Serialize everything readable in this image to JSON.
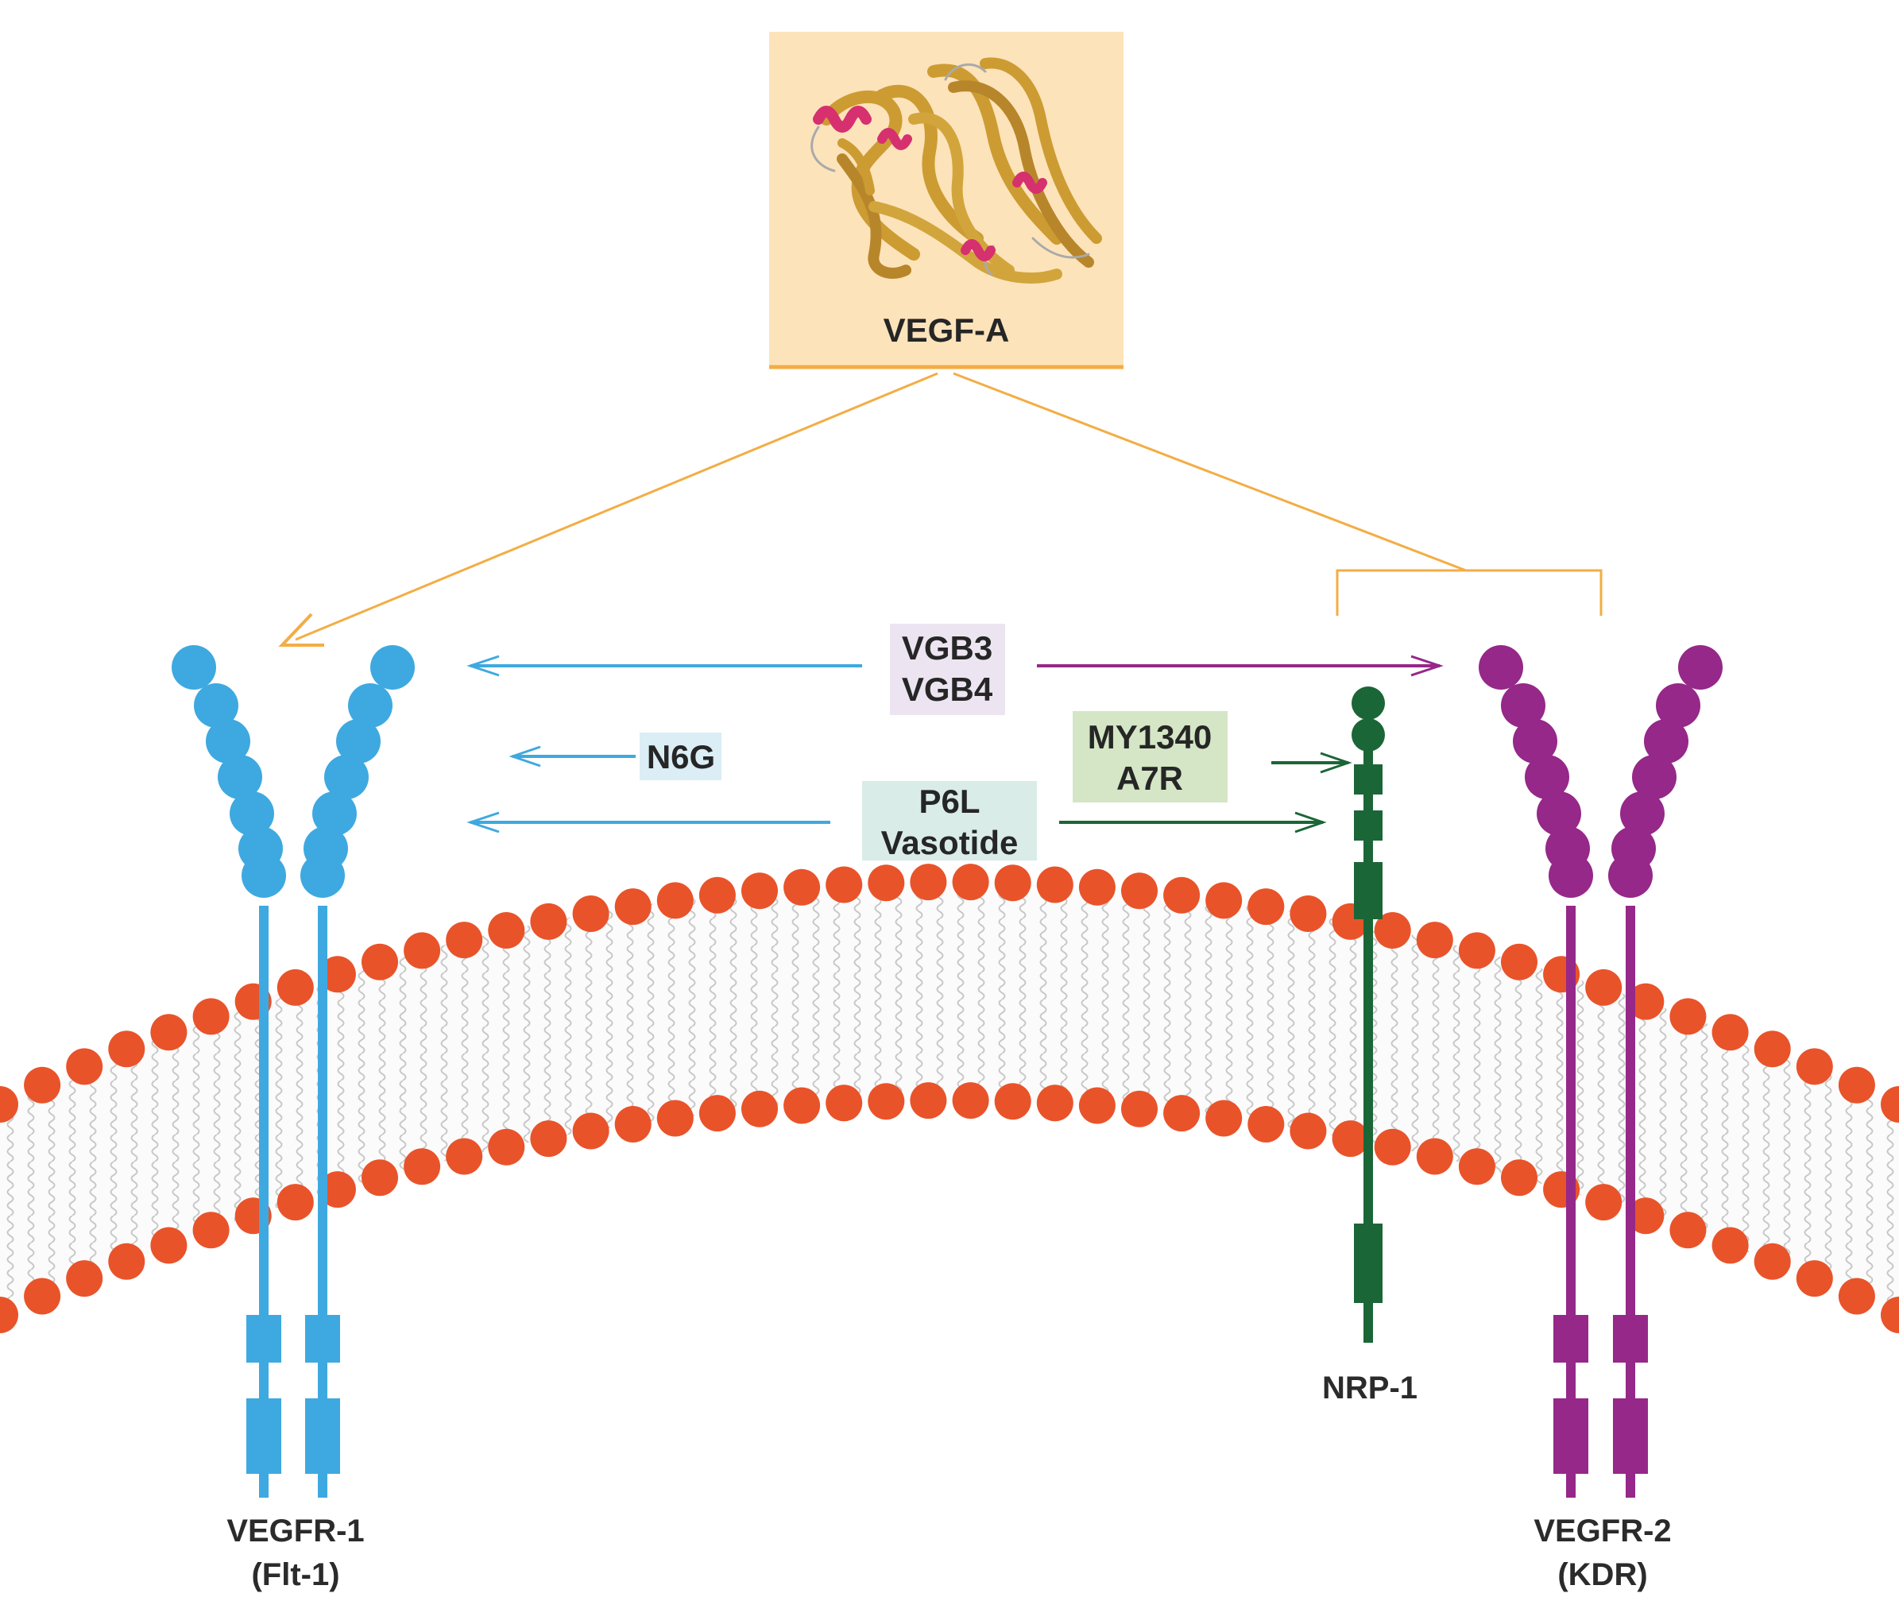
{
  "ligand": {
    "name": "VEGF-A"
  },
  "receptors": {
    "vegfr1": {
      "line1": "VEGFR-1",
      "line2": "(Flt-1)"
    },
    "nrp1": {
      "label": "NRP-1"
    },
    "vegfr2": {
      "line1": "VEGFR-2",
      "line2": "(KDR)"
    }
  },
  "peptides": {
    "vgb": {
      "line1": "VGB3",
      "line2": "VGB4"
    },
    "n6g": {
      "label": "N6G"
    },
    "my1340": {
      "line1": "MY1340",
      "line2": "A7R"
    },
    "p6l": {
      "line1": "P6L",
      "line2": "Vasotide"
    }
  },
  "colors": {
    "vegfr1": "#3ea9e0",
    "vegfr2": "#952888",
    "nrp1": "#1b6636",
    "ligand_line": "#f3ad45",
    "ligand_box": "#fde3ba",
    "membrane_head": "#e9532a",
    "protein_strand": "#cc9c33",
    "protein_helix": "#d6306f"
  },
  "icons": {
    "protein": "vegf-a-protein-structure-icon"
  }
}
